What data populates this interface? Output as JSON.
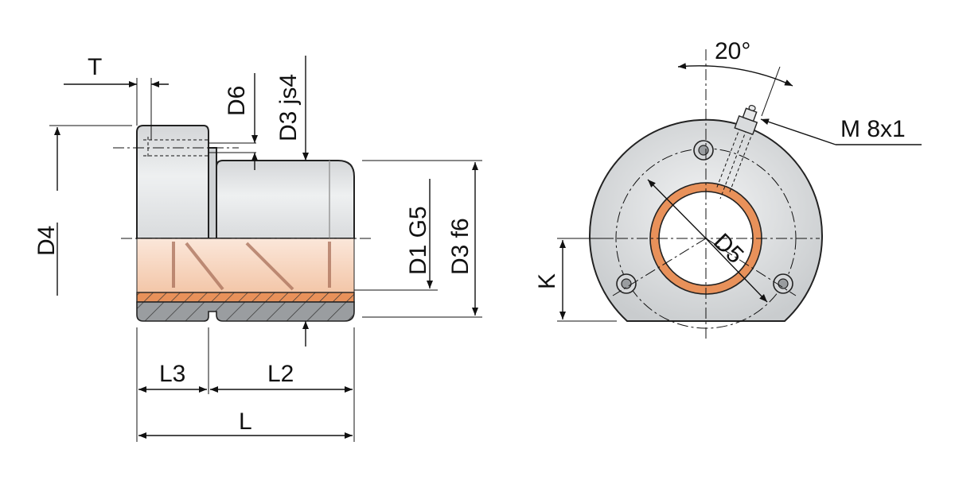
{
  "labels": {
    "T": "T",
    "D6": "D6",
    "D3_js4": "D3 js4",
    "D4": "D4",
    "D1_G5": "D1 G5",
    "D3_f6": "D3 f6",
    "L3": "L3",
    "L2": "L2",
    "L": "L",
    "angle": "20°",
    "thread": "M 8x1",
    "D5": "D5",
    "K": "K"
  },
  "colors": {
    "steel_light": "#e6e7e8",
    "steel_dark": "#8e9194",
    "bronze": "#e8915a",
    "bronze_light": "#f7d8c4",
    "line": "#111111"
  }
}
